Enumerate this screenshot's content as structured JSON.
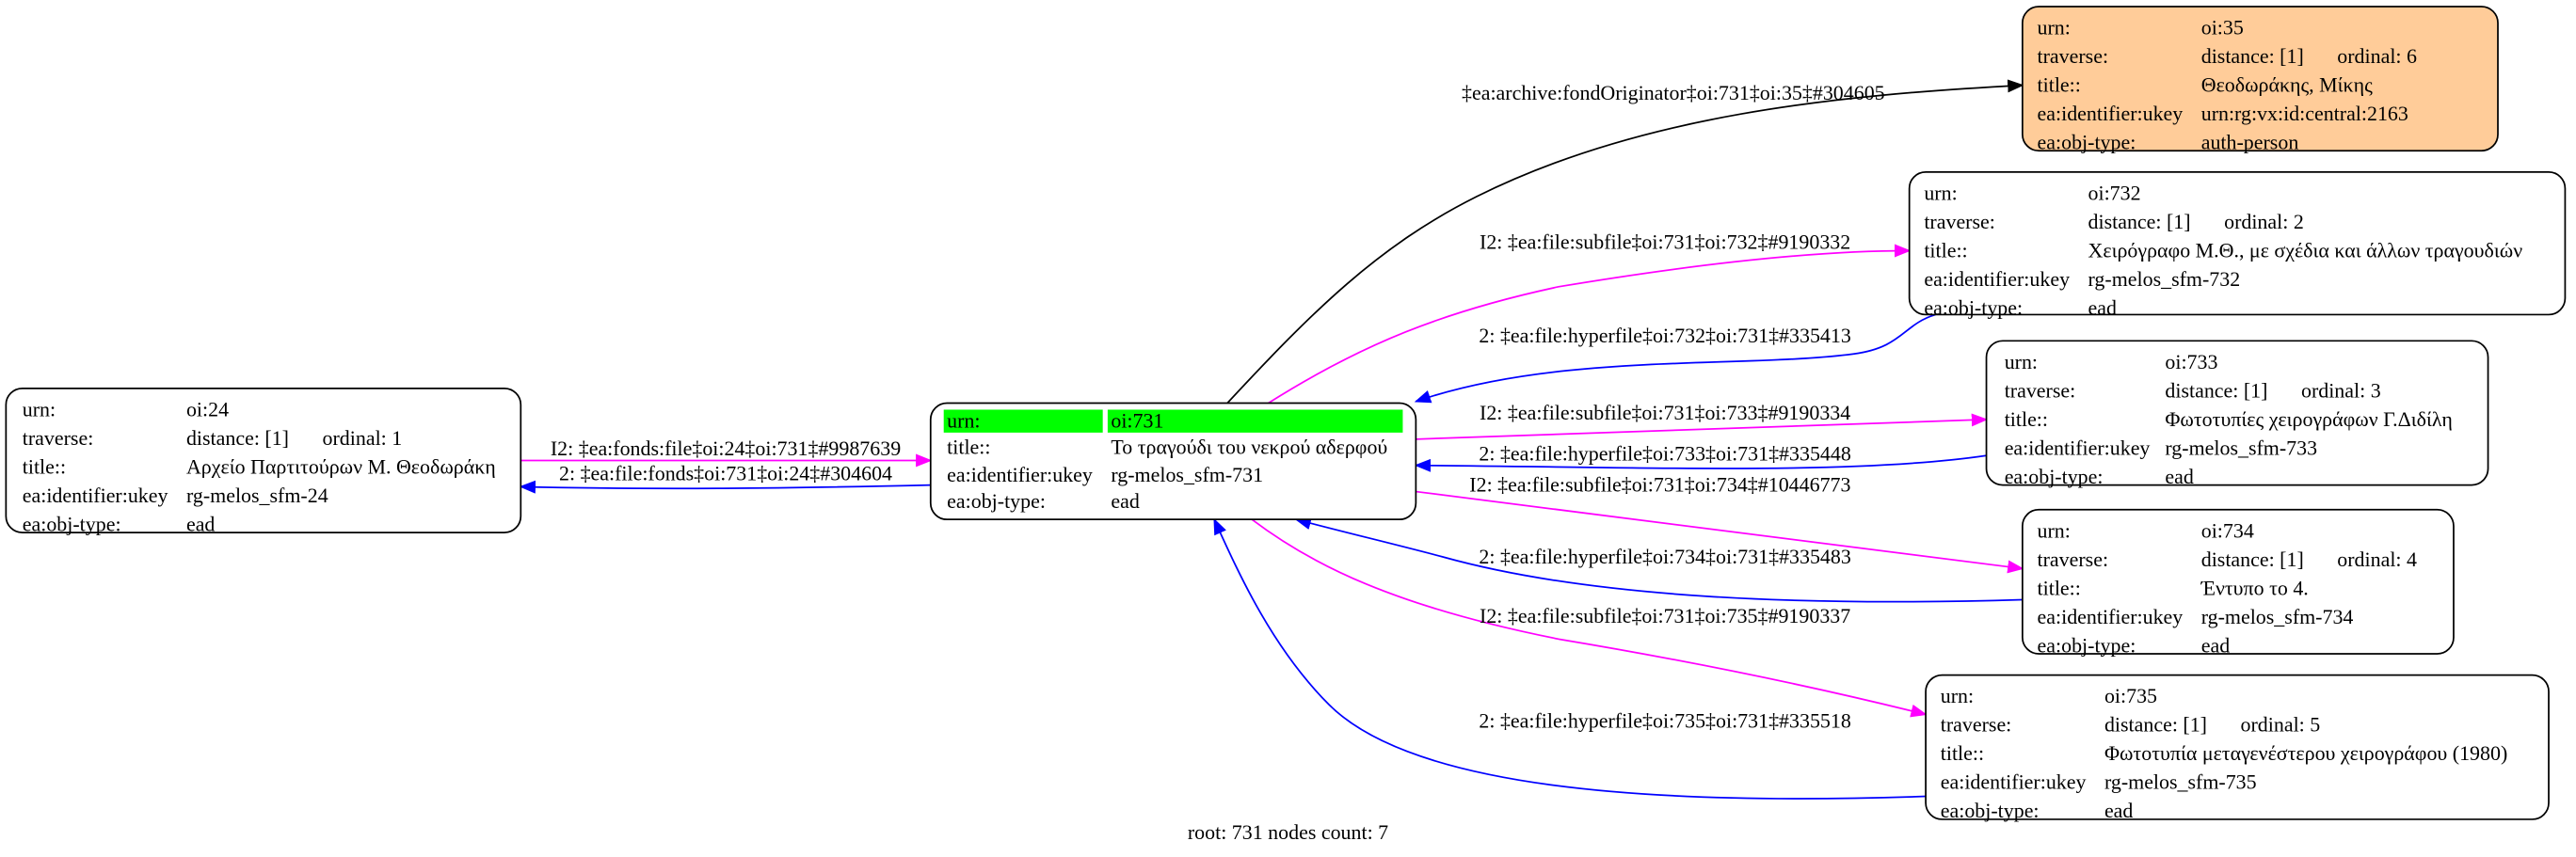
{
  "colors": {
    "magenta": "#ff00ff",
    "blue": "#0000ff",
    "black": "#000000",
    "highlight": "#00ff00",
    "person_fill": "#ffcc99",
    "node_fill": "#ffffff"
  },
  "nodes": {
    "n24": {
      "rows": [
        [
          "urn:",
          "oi:24"
        ],
        [
          "traverse:",
          "distance: [1]",
          "ordinal: 1"
        ],
        [
          "title::",
          "Αρχείο Παρτιτούρων Μ. Θεοδωράκη"
        ],
        [
          "ea:identifier:ukey",
          "rg-melos_sfm-24"
        ],
        [
          "ea:obj-type:",
          "ead"
        ]
      ]
    },
    "n731": {
      "rows": [
        [
          "urn:",
          "oi:731"
        ],
        [
          "title::",
          "Το τραγούδι του νεκρού αδερφού"
        ],
        [
          "ea:identifier:ukey",
          "rg-melos_sfm-731"
        ],
        [
          "ea:obj-type:",
          "ead"
        ]
      ]
    },
    "n35": {
      "rows": [
        [
          "urn:",
          "oi:35"
        ],
        [
          "traverse:",
          "distance: [1]",
          "ordinal: 6"
        ],
        [
          "title::",
          "Θεοδωράκης, Μίκης"
        ],
        [
          "ea:identifier:ukey",
          "urn:rg:vx:id:central:2163"
        ],
        [
          "ea:obj-type:",
          "auth-person"
        ]
      ]
    },
    "n732": {
      "rows": [
        [
          "urn:",
          "oi:732"
        ],
        [
          "traverse:",
          "distance: [1]",
          "ordinal: 2"
        ],
        [
          "title::",
          "Χειρόγραφο Μ.Θ., με σχέδια και άλλων τραγουδιών"
        ],
        [
          "ea:identifier:ukey",
          "rg-melos_sfm-732"
        ],
        [
          "ea:obj-type:",
          "ead"
        ]
      ]
    },
    "n733": {
      "rows": [
        [
          "urn:",
          "oi:733"
        ],
        [
          "traverse:",
          "distance: [1]",
          "ordinal: 3"
        ],
        [
          "title::",
          "Φωτοτυπίες χειρογράφων Γ.Διδίλη"
        ],
        [
          "ea:identifier:ukey",
          "rg-melos_sfm-733"
        ],
        [
          "ea:obj-type:",
          "ead"
        ]
      ]
    },
    "n734": {
      "rows": [
        [
          "urn:",
          "oi:734"
        ],
        [
          "traverse:",
          "distance: [1]",
          "ordinal: 4"
        ],
        [
          "title::",
          "Έντυπο το 4."
        ],
        [
          "ea:identifier:ukey",
          "rg-melos_sfm-734"
        ],
        [
          "ea:obj-type:",
          "ead"
        ]
      ]
    },
    "n735": {
      "rows": [
        [
          "urn:",
          "oi:735"
        ],
        [
          "traverse:",
          "distance: [1]",
          "ordinal: 5"
        ],
        [
          "title::",
          "Φωτοτυπία μεταγενέστερου χειρογράφου (1980)"
        ],
        [
          "ea:identifier:ukey",
          "rg-melos_sfm-735"
        ],
        [
          "ea:obj-type:",
          "ead"
        ]
      ]
    }
  },
  "edges": {
    "e1": "I2: ‡ea:fonds:file‡oi:24‡oi:731‡#9987639",
    "e2": "2: ‡ea:file:fonds‡oi:731‡oi:24‡#304604",
    "e3": "‡ea:archive:fondOriginator‡oi:731‡oi:35‡#304605",
    "e4": "I2: ‡ea:file:subfile‡oi:731‡oi:732‡#9190332",
    "e5": "2: ‡ea:file:hyperfile‡oi:732‡oi:731‡#335413",
    "e6": "I2: ‡ea:file:subfile‡oi:731‡oi:733‡#9190334",
    "e7": "2: ‡ea:file:hyperfile‡oi:733‡oi:731‡#335448",
    "e8": "I2: ‡ea:file:subfile‡oi:731‡oi:734‡#10446773",
    "e9": "2: ‡ea:file:hyperfile‡oi:734‡oi:731‡#335483",
    "e10": "I2: ‡ea:file:subfile‡oi:731‡oi:735‡#9190337",
    "e11": "2: ‡ea:file:hyperfile‡oi:735‡oi:731‡#335518"
  },
  "footer": "root: 731 nodes count: 7"
}
